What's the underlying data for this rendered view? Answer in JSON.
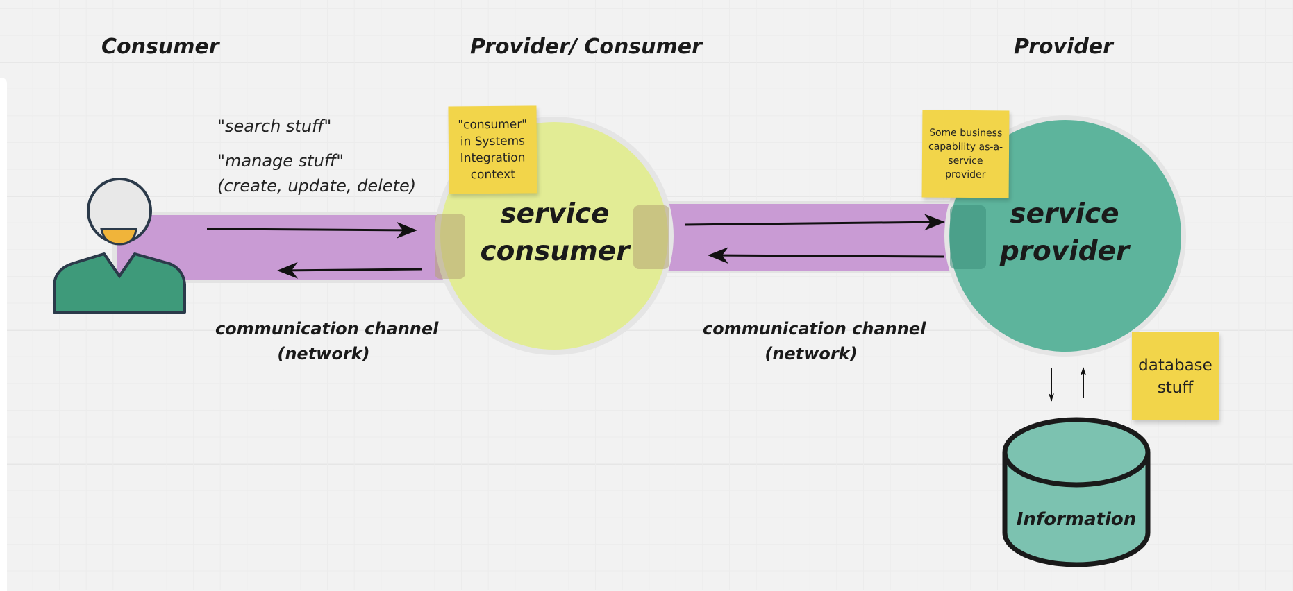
{
  "headings": {
    "consumer": "Consumer",
    "provider_consumer": "Provider/ Consumer",
    "provider": "Provider"
  },
  "actions": {
    "search": "\"search stuff\"",
    "manage": "\"manage stuff\"",
    "manage_detail": "(create, update, delete)"
  },
  "channels": [
    {
      "line1": "communication channel",
      "line2": "(network)"
    },
    {
      "line1": "communication channel",
      "line2": "(network)"
    }
  ],
  "circles": {
    "service_consumer": {
      "line1": "service",
      "line2": "consumer"
    },
    "service_provider": {
      "line1": "service",
      "line2": "provider"
    }
  },
  "stickies": {
    "consumer_note": {
      "lines": [
        "\"consumer\"",
        "in Systems",
        "Integration",
        "context"
      ]
    },
    "provider_note": {
      "lines": [
        "Some business",
        "capability as-a-",
        "service",
        "provider"
      ]
    },
    "database_note": {
      "lines": [
        "database",
        "stuff"
      ]
    }
  },
  "database": {
    "label": "Information"
  },
  "colors": {
    "channel": "#c99bd4",
    "consumer_circle": "#e2ec95",
    "provider_circle": "#5db49c",
    "sticky": "#f2d54a",
    "database": "#7cc2b0",
    "person_body": "#3e9a7a",
    "person_mouth": "#f0b43a"
  }
}
